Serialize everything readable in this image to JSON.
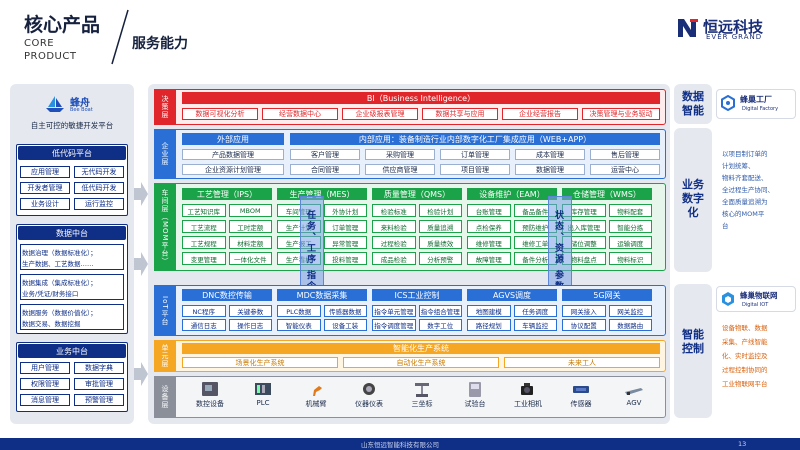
{
  "header": {
    "title": "核心产品",
    "en_line1": "CORE",
    "en_line2": "PRODUCT",
    "section": "服务能力"
  },
  "brand": {
    "cn": "恒远科技",
    "en": "EVER GRAND"
  },
  "left": {
    "logo_cn": "蜂舟",
    "logo_en": "Bee Boat",
    "tagline": "自主可控的敏捷开发平台",
    "lowcode": {
      "title": "低代码平台",
      "cells": [
        "应用管理",
        "无代码开发",
        "开发者管理",
        "低代码开发",
        "业务设计",
        "运行监控"
      ]
    },
    "data": {
      "title": "数据中台",
      "items": [
        "数据治理（数据标准化）；",
        "生产数据、工艺数据……",
        "数据集成（集成标准化）；",
        "业务/凭证/财务接口",
        "数据服务（数据价值化）；",
        "数据交易、数据挖掘"
      ]
    },
    "biz": {
      "title": "业务中台",
      "cells": [
        "用户管理",
        "数据字典",
        "权限管理",
        "审批管理",
        "消息管理",
        "预警管理"
      ]
    }
  },
  "rows": {
    "decision": "决策层",
    "enterprise": "企业层",
    "workshop": "车间层（MOM平台）",
    "iot": "IoT平台",
    "unit": "单元层",
    "device": "设备层"
  },
  "bi": {
    "title": "BI（Business Intelligence）",
    "cells": [
      "数据可视化分析",
      "经营数据中心",
      "企业级报表管理",
      "数据共享与应用",
      "企业经营报告",
      "决策管理与业务驱动"
    ]
  },
  "enterprise": {
    "ext_title": "外部应用",
    "ext_cells": [
      "产品数据管理",
      "企业资源计划管理"
    ],
    "int_title": "内部应用：装备制造行业内部数字化工厂集成应用（WEB+APP）",
    "int_cells": [
      "客户管理",
      "采购管理",
      "订单管理",
      "成本管理",
      "售后管理",
      "合同管理",
      "供应商管理",
      "项目管理",
      "数据管理",
      "运营中心"
    ]
  },
  "workshop": {
    "ips": {
      "title": "工艺管理（IPS）",
      "cells": [
        "工艺知识库",
        "MBOM",
        "工艺流程",
        "工时定额",
        "工艺规程",
        "材料定额",
        "变更管理",
        "一体化文件"
      ]
    },
    "mes": {
      "title": "生产管理（MES）",
      "cells": [
        "车间管理",
        "外协计划",
        "生产计划",
        "订单管理",
        "生产报工",
        "异常管理",
        "生产看板",
        "投料管理"
      ]
    },
    "qms": {
      "title": "质量管理（QMS）",
      "cells": [
        "检验标准",
        "检验计划",
        "来料检验",
        "质量追溯",
        "过程检验",
        "质量绩效",
        "成品检验",
        "分析预警"
      ]
    },
    "eam": {
      "title": "设备维护（EAM）",
      "cells": [
        "台账管理",
        "备品备件",
        "点检保养",
        "预防维护",
        "维修管理",
        "维修工单",
        "故障管理",
        "备件分析"
      ]
    },
    "wms": {
      "title": "仓储管理（WMS）",
      "cells": [
        "库存管理",
        "物料配套",
        "出入库管理",
        "智能分拣",
        "储位调整",
        "运输调度",
        "物料盘点",
        "物料标识"
      ]
    },
    "flow1": "任务、工序",
    "flow1b": "指令",
    "flow2": "状态、资源",
    "flow2b": "参数"
  },
  "iot": {
    "dnc": {
      "title": "DNC数控传输",
      "cells": [
        "NC程序",
        "关键参数",
        "通信日志",
        "操作日志"
      ]
    },
    "mdc": {
      "title": "MDC数据采集",
      "cells": [
        "PLC数据",
        "传感器数据",
        "智能仪表",
        "设备工装"
      ]
    },
    "ics": {
      "title": "ICS工业控制",
      "cells": [
        "指令单元管理",
        "指令组合管理",
        "指令调度管理",
        "数字工位"
      ]
    },
    "agv": {
      "title": "AGVS调度",
      "cells": [
        "地图建模",
        "任务调度",
        "路径规划",
        "车辆监控"
      ]
    },
    "g5": {
      "title": "5G网关",
      "cells": [
        "网关接入",
        "网关监控",
        "协议配置",
        "数据路由"
      ]
    }
  },
  "unit": {
    "top": "智能化生产系统",
    "cells": [
      "场景化生产系统",
      "自动化生产系统",
      "未来工人"
    ]
  },
  "devices": [
    "数控设备",
    "PLC",
    "机械臂",
    "仪器仪表",
    "三坐标",
    "试验台",
    "工业相机",
    "传感器",
    "AGV"
  ],
  "right": {
    "r1": "数据\n智能",
    "dig_factory": "蜂巢工厂",
    "dig_factory_en": "Digital Factory",
    "r2": "业务\n数字\n化",
    "r2_desc": [
      "以项目制订单的",
      "计划统筹、",
      "物料齐套配送、",
      "全过程生产协同、",
      "全面质量追溯为",
      "核心的MOM平",
      "台"
    ],
    "iot_logo": "蜂巢物联网",
    "iot_logo_en": "Digital IOT",
    "r3": "智能\n控制",
    "r3_desc": [
      "设备物联、数据",
      "采集、产线智能",
      "化、实时监控及",
      "过程控制协同的",
      "工业物联网平台"
    ]
  },
  "footer": {
    "company": "山东恒远智能科技有限公司",
    "page": "13"
  },
  "colors": {
    "navy": "#0f2e86",
    "red": "#e0262a",
    "blue": "#2a6fd6",
    "green": "#1ba349",
    "blue2": "#2a6fd6",
    "orange": "#f5a623",
    "gray": "#8a8f99"
  }
}
